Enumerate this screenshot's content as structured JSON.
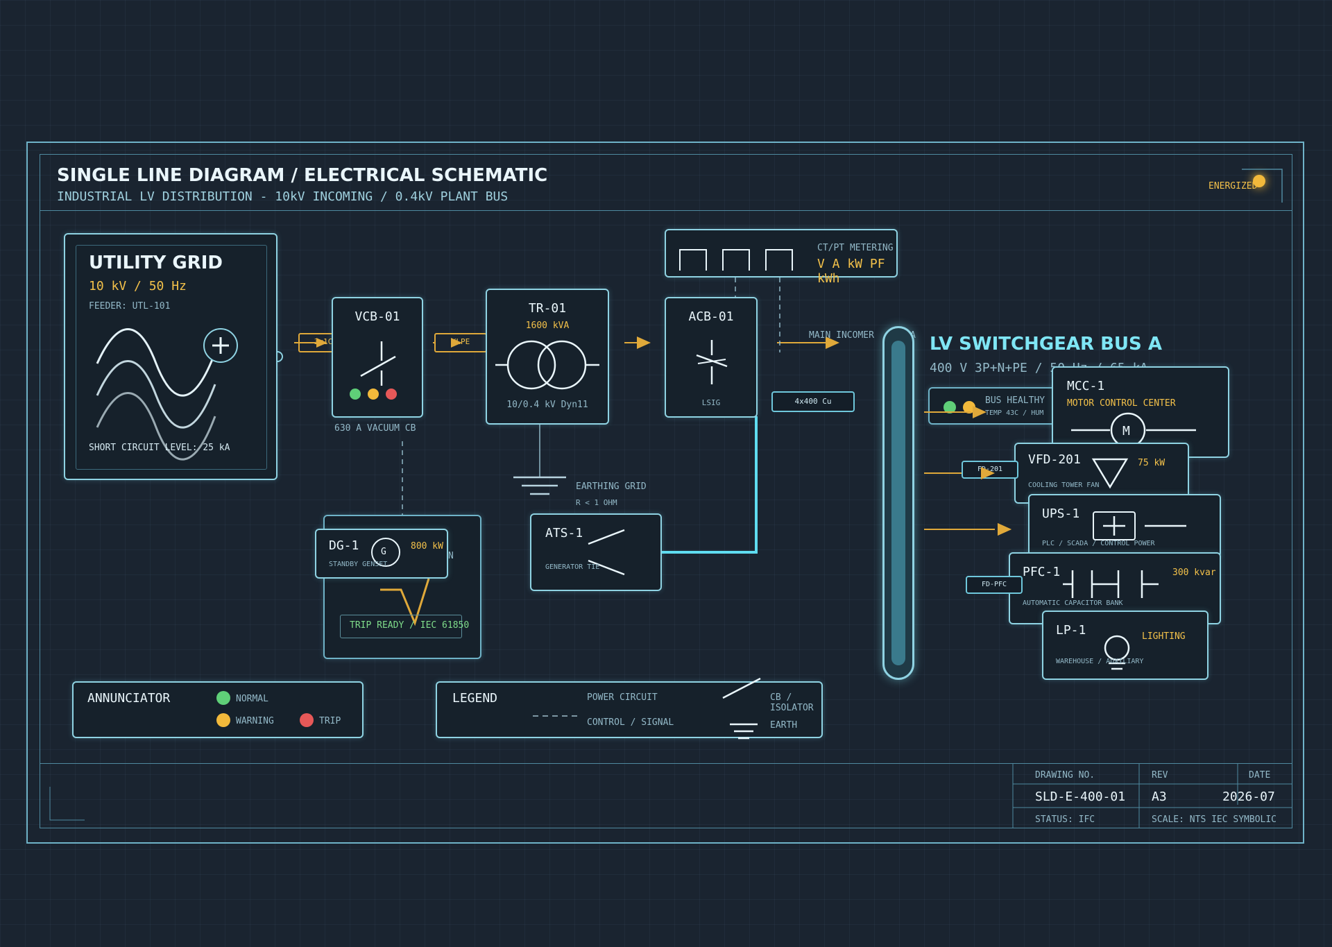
{
  "header": {
    "title": "SINGLE LINE DIAGRAM / ELECTRICAL SCHEMATIC",
    "subtitle": "INDUSTRIAL LV DISTRIBUTION - 10kV INCOMING / 0.4kV PLANT BUS",
    "status": "ENERGIZED"
  },
  "utility": {
    "title": "UTILITY GRID",
    "rating": "10 kV / 50 Hz",
    "feeder": "FEEDER: UTL-101",
    "sc_level": "SHORT CIRCUIT LEVEL: 25 kA"
  },
  "cables": {
    "c1": "3x1C",
    "c2": "XLPE",
    "c3": "4x400 Cu"
  },
  "vcb": {
    "title": "VCB-01",
    "caption": "630 A VACUUM CB"
  },
  "tr": {
    "title": "TR-01",
    "rating": "1600 kVA",
    "vector": "10/0.4 kV Dyn11"
  },
  "metering": {
    "label": "CT/PT METERING",
    "values": "V A kW PF kWh"
  },
  "acb": {
    "title": "ACB-01",
    "sub": "LSIG"
  },
  "main_incomer": "MAIN INCOMER",
  "main_incomer_suffix": "A",
  "earthing": {
    "label": "EARTHING GRID",
    "sub": "R < 1 OHM"
  },
  "ats": {
    "title": "ATS-1",
    "sub": "GENERATOR TIE"
  },
  "dg": {
    "title": "DG-1",
    "rating": "800 kW",
    "sub": "STANDBY GENSET",
    "glyph": "G",
    "behind_char": "N"
  },
  "protection": {
    "status": "TRIP READY / IEC 61850"
  },
  "bus": {
    "title": "LV SWITCHGEAR BUS A",
    "rating": "400 V 3P+N+PE / 50 Hz / 65 kA",
    "health": "BUS HEALTHY",
    "health_sub": "TEMP 43C / HUM"
  },
  "feeders": {
    "mcc": {
      "title": "MCC-1",
      "sub": "MOTOR CONTROL CENTER",
      "glyph": "M"
    },
    "vfd": {
      "title": "VFD-201",
      "rating": "75 kW",
      "sub": "COOLING TOWER FAN",
      "tag": "FD-201"
    },
    "ups": {
      "title": "UPS-1",
      "sub": "PLC / SCADA / CONTROL POWER"
    },
    "pfc": {
      "title": "PFC-1",
      "rating": "300 kvar",
      "sub": "AUTOMATIC CAPACITOR BANK",
      "tag": "FD-PFC"
    },
    "lp": {
      "title": "LP-1",
      "rating": "LIGHTING",
      "sub": "WAREHOUSE / AUXILIARY"
    }
  },
  "annunciator": {
    "title": "ANNUNCIATOR",
    "normal": "NORMAL",
    "warning": "WARNING",
    "trip": "TRIP"
  },
  "legend": {
    "title": "LEGEND",
    "power": "POWER CIRCUIT",
    "control": "CONTROL / SIGNAL",
    "cb": "CB / ISOLATOR",
    "earth": "EARTH"
  },
  "titleblock": {
    "drawing_no_label": "DRAWING NO.",
    "drawing_no": "SLD-E-400-01",
    "rev_label": "REV",
    "rev": "A3",
    "date_label": "DATE",
    "date": "2026-07",
    "status": "STATUS: IFC",
    "scale": "SCALE: NTS IEC SYMBOLIC"
  },
  "colors": {
    "accent": "#8fd3e3",
    "gold": "#f3c14a",
    "bus": "#3a7a8c",
    "bg": "#1a2430"
  }
}
